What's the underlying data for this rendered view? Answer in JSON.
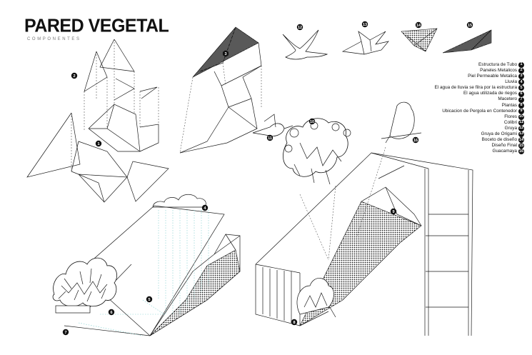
{
  "title": "PARED VEGETAL",
  "subtitle": "COMPONENTES",
  "legend": [
    {
      "num": "1",
      "label": "Estructura de Tubo"
    },
    {
      "num": "2",
      "label": "Paneles Metalicos"
    },
    {
      "num": "3",
      "label": "Piel Permeable Metalica"
    },
    {
      "num": "4",
      "label": "Lluvia"
    },
    {
      "num": "5",
      "label": "El agua de lluvia se filra por la estructura"
    },
    {
      "num": "6",
      "label": "El agua utilizada de riegos"
    },
    {
      "num": "7",
      "label": "Macetero"
    },
    {
      "num": "8",
      "label": "Plantas"
    },
    {
      "num": "9",
      "label": "Ubicacion de Pergola en Contenedor"
    },
    {
      "num": "10",
      "label": "Flores"
    },
    {
      "num": "11",
      "label": "Colibri"
    },
    {
      "num": "12",
      "label": "Gruya"
    },
    {
      "num": "13",
      "label": "Gruya de Origami"
    },
    {
      "num": "14",
      "label": "Boceto de diseño"
    },
    {
      "num": "15",
      "label": "Diseño Final"
    },
    {
      "num": "16",
      "label": "Guacamaya"
    }
  ],
  "markers": [
    "1",
    "2",
    "3",
    "4",
    "5",
    "6",
    "7",
    "8",
    "9",
    "10",
    "11",
    "12",
    "13",
    "14",
    "15",
    "16"
  ],
  "colors": {
    "ink": "#111111",
    "water": "#7ccfcf",
    "paper": "#ffffff"
  }
}
